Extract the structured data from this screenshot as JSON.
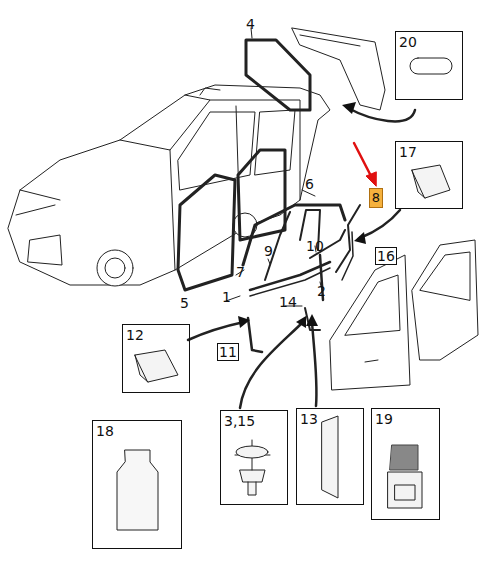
{
  "diagram": {
    "nodes": [
      {
        "text": [
          "20"
        ]
      },
      {
        "text": [
          "17"
        ]
      },
      {
        "text": [
          "8"
        ]
      },
      {
        "text": [
          "16"
        ]
      },
      {
        "text": [
          "12"
        ]
      },
      {
        "text": [
          "11"
        ]
      },
      {
        "text": [
          "18"
        ]
      },
      {
        "text": [
          "3,15"
        ]
      },
      {
        "text": [
          "13"
        ]
      },
      {
        "text": [
          "19"
        ]
      }
    ],
    "labels": [
      "4",
      "6",
      "10",
      "9",
      "7",
      "1",
      "5",
      "2",
      "14"
    ]
  }
}
